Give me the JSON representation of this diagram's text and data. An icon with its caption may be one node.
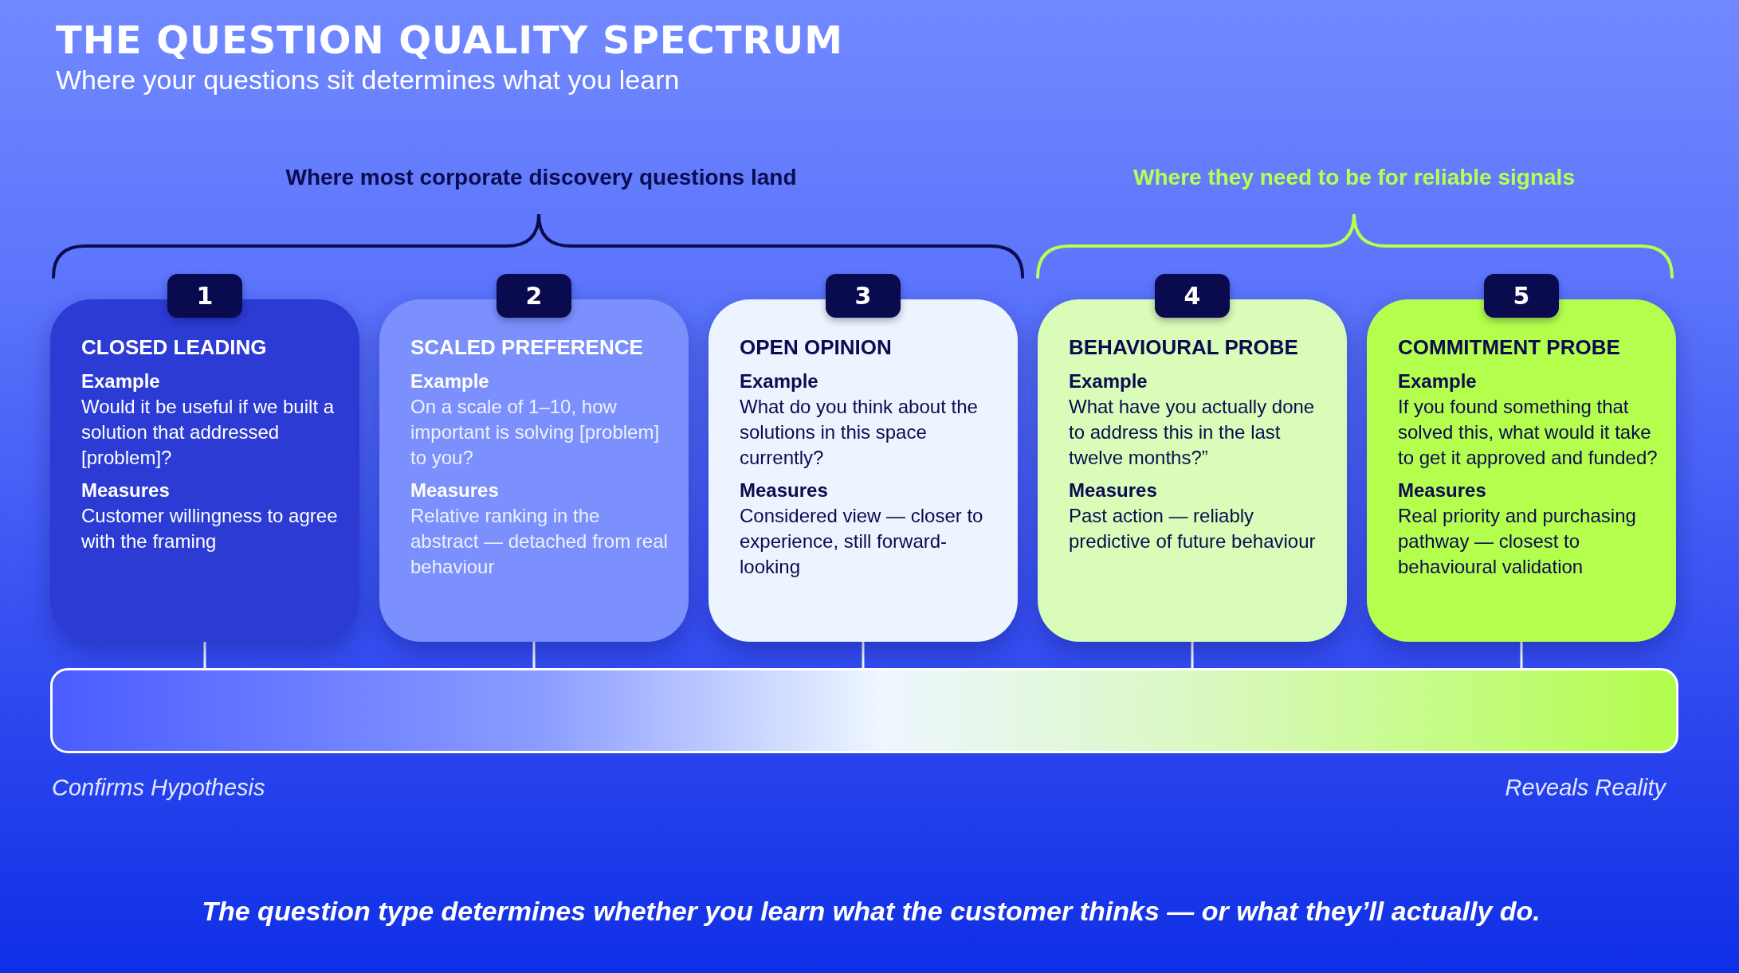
{
  "diagram": {
    "title": "THE QUESTION QUALITY SPECTRUM",
    "caption": "The question type determines whether you learn what the customer thinks — or what they’ll actually do.",
    "nodes": [
      {
        "text": [
          "1",
          "CLOSED LEADING",
          "Example",
          "Would it be useful if we built a solution that addressed [problem]?",
          "Measures",
          "Customer willingness to agree with the framing"
        ]
      },
      {
        "text": [
          "2",
          "SCALED PREFERENCE",
          "Example",
          "On a scale of 1–10, how important is solving [problem] to you?",
          "Measures",
          "Relative ranking in the abstract — detached from real behaviour"
        ]
      },
      {
        "text": [
          "3",
          "OPEN OPINION",
          "Example",
          "What do you think about the solutions in this space currently?",
          "Measures",
          "Considered view — closer to experience, still forward-looking"
        ]
      },
      {
        "text": [
          "4",
          "BEHAVIOURAL PROBE",
          "Example",
          "What have you actually done to address this in the last twelve months?”",
          "Measures",
          "Past action — reliably predictive of future behaviour"
        ]
      },
      {
        "text": [
          "5",
          "COMMITMENT PROBE",
          "Example",
          "If you found something that solved this, what would it take to get it approved and funded?",
          "Measures",
          "Real priority and purchasing pathway — closest to behavioural validation"
        ]
      },
      {
        "text": [],
        "shape": "bar"
      }
    ],
    "edges": [
      {
        "from": 0,
        "to": 5,
        "arrow": "none"
      },
      {
        "from": 1,
        "to": 5,
        "arrow": "none"
      },
      {
        "from": 2,
        "to": 5,
        "arrow": "none"
      },
      {
        "from": 3,
        "to": 5,
        "arrow": "none"
      },
      {
        "from": 4,
        "to": 5,
        "arrow": "none"
      }
    ],
    "labels": [
      "Where your questions sit determines what you learn",
      "Where most corporate discovery questions land",
      "Where they need to be for reliable signals",
      "Confirms Hypothesis",
      "Reveals Reality"
    ]
  }
}
